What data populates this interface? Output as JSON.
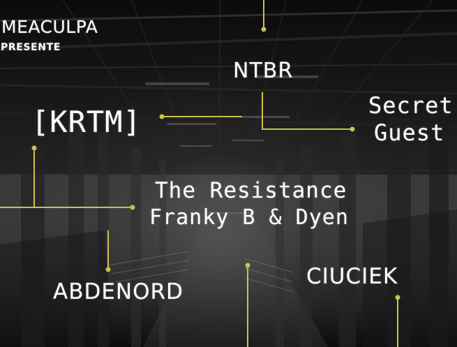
{
  "header": {
    "brand": "MEACULPA",
    "presents": "PRESENTE"
  },
  "artists": {
    "ntbr": "NTBR",
    "krtm": "[KRTM]",
    "secret_line_1": "Secret",
    "secret_line_2": "Guest",
    "resistance": "The Resistance",
    "franky": "Franky B & Dyen",
    "abdenord": "ABDENORD",
    "ciuciek": "CIUCIEK"
  },
  "colors": {
    "connector": "#c9c24e",
    "text": "#ffffff",
    "background": "#1a1a1a"
  }
}
